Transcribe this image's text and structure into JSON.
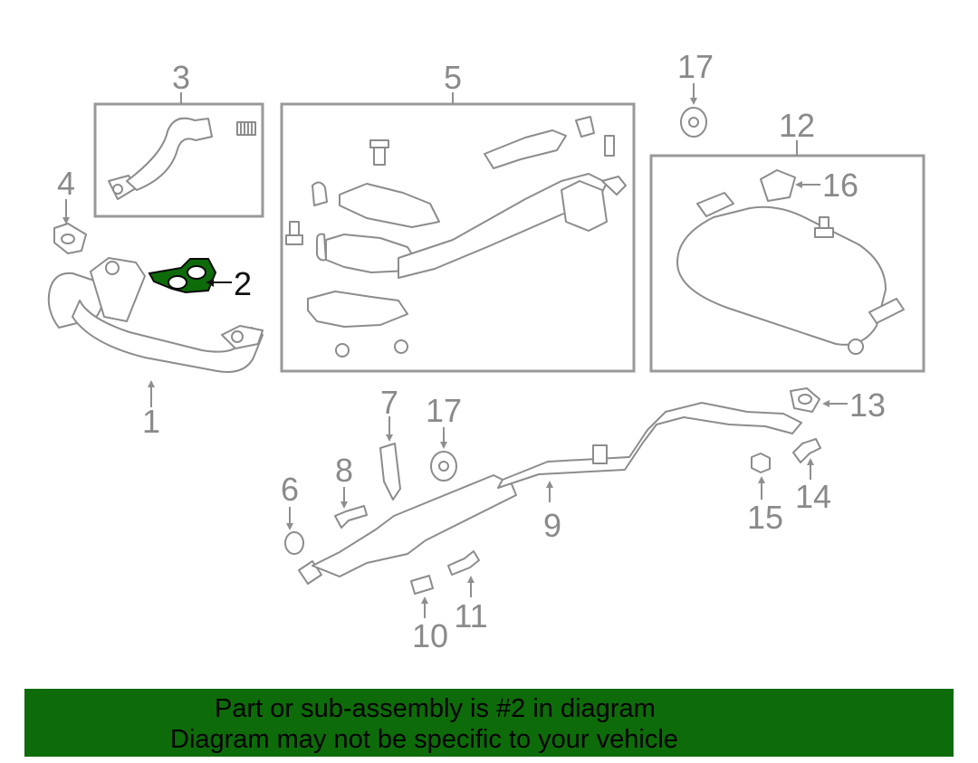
{
  "diagram": {
    "highlight_color": "#0e6b0a",
    "callouts": [
      "1",
      "2",
      "3",
      "4",
      "5",
      "6",
      "7",
      "8",
      "9",
      "10",
      "11",
      "12",
      "13",
      "14",
      "15",
      "16",
      "17",
      "17"
    ],
    "highlighted_part": "2"
  },
  "banner": {
    "line1": "Part or sub-assembly is #2 in diagram",
    "line2": "Diagram may not be specific to your vehicle",
    "color": "#0e6b0a"
  }
}
